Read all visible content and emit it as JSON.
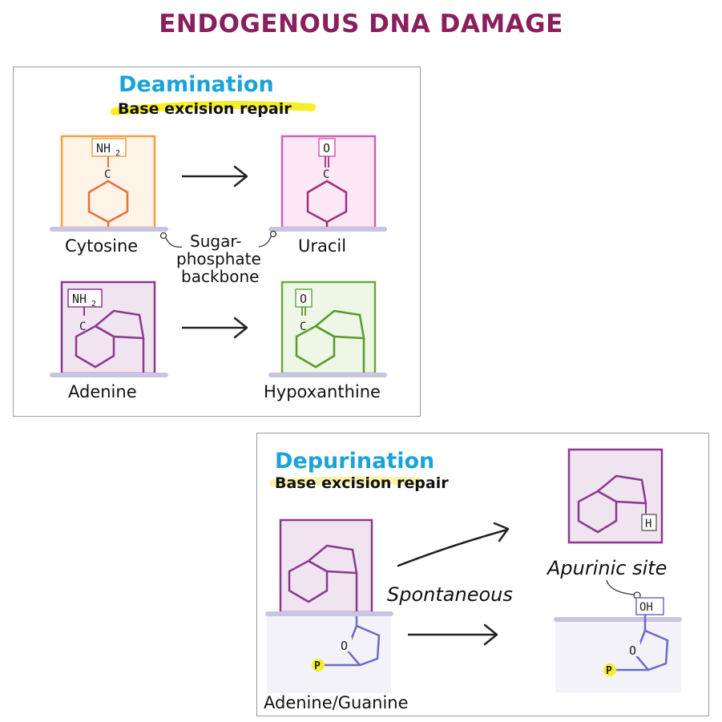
{
  "title": "ENDOGENOUS DNA DAMAGE",
  "deamination": {
    "heading": "Deamination",
    "repair": "Base excision repair",
    "cytosine": {
      "name": "Cytosine",
      "group": "NH",
      "sub": "2",
      "atom": "C"
    },
    "uracil": {
      "name": "Uracil",
      "group": "O",
      "atom": "C"
    },
    "adenine": {
      "name": "Adenine",
      "group": "NH",
      "sub": "2",
      "atom": "C"
    },
    "hypoxanthine": {
      "name": "Hypoxanthine",
      "group": "O",
      "atom": "C"
    },
    "backbone_label": [
      "Sugar-",
      "phosphate",
      "backbone"
    ]
  },
  "depurination": {
    "heading": "Depurination",
    "repair": "Base excision repair",
    "spontaneous": "Spontaneous",
    "apurinic_label": "Apurinic site",
    "purine_label": "Adenine/Guanine",
    "h_label": "H",
    "oh_label": "OH",
    "ring_o": "O",
    "phosphate": "P"
  },
  "colors": {
    "title": "#8a1f5c",
    "heading": "#1aa3d8",
    "highlight": "#f5ef2a",
    "highlight_pale": "#f9f2a8",
    "cytosine_orange": "#f0a040",
    "uracil_pink": "#d060b0",
    "purple": "#8a3a8e",
    "green": "#6aaa3a",
    "sugar_blue": "#6a6ac8",
    "backbone": "#c8c4e2"
  }
}
